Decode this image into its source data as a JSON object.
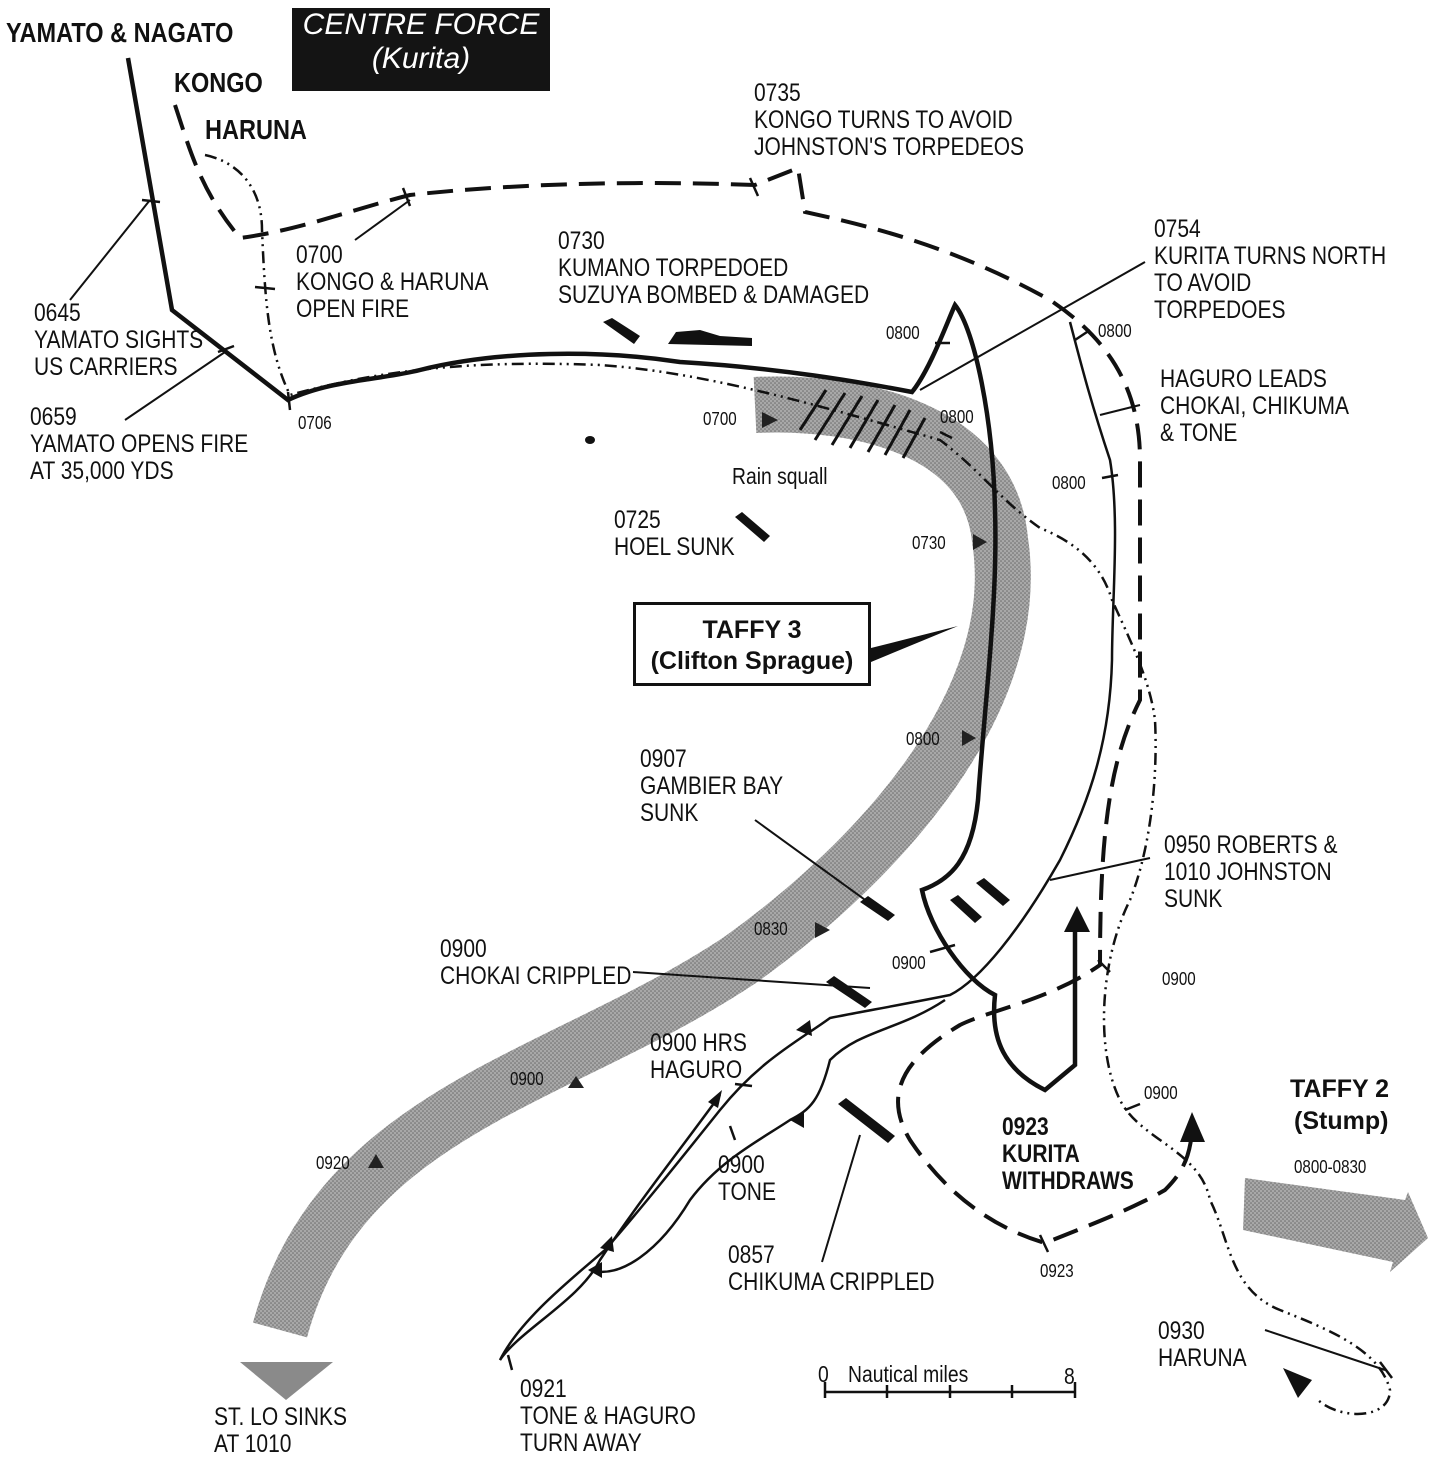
{
  "title": {
    "line1": "CENTRE FORCE",
    "line2": "(Kurita)"
  },
  "ships": {
    "yamato_nagato": "YAMATO & NAGATO",
    "kongo": "KONGO",
    "haruna": "HARUNA"
  },
  "taffy3": {
    "line1": "TAFFY 3",
    "line2": "(Clifton Sprague)"
  },
  "taffy2": {
    "line1": "TAFFY 2",
    "line2": "(Stump)",
    "time": "0800-0830"
  },
  "events": {
    "e0645": "0645\nYAMATO SIGHTS\nUS CARRIERS",
    "e0659": "0659\nYAMATO OPENS FIRE\nAT 35,000 YDS",
    "e0700_kongo": "0700\nKONGO & HARUNA\nOPEN FIRE",
    "e0730": "0730\nKUMANO TORPEDOED\nSUZUYA BOMBED & DAMAGED",
    "e0735": "0735\nKONGO TURNS TO AVOID\nJOHNSTON'S TORPEDEOS",
    "e0754": "0754\nKURITA TURNS NORTH\nTO AVOID  TORPEDOES",
    "haguro_leads": "HAGURO LEADS\nCHOKAI, CHIKUMA\n& TONE",
    "rain_squall": "Rain squall",
    "e0725": "0725\nHOEL SUNK",
    "e0907": "0907\nGAMBIER BAY\nSUNK",
    "e0950": "0950 ROBERTS &\n1010 JOHNSTON SUNK",
    "e0900_chokai": "0900\nCHOKAI CRIPPLED",
    "e0900_haguro": "0900 HRS\nHAGURO",
    "e0900_tone": "0900\nTONE",
    "e0857": "0857\nCHIKUMA CRIPPLED",
    "e0921": "0921\nTONE & HAGURO\nTURN AWAY",
    "e0923": "0923\nKURITA\nWITHDRAWS",
    "e0930": "0930\nHARUNA",
    "st_lo": "ST. LO SINKS\nAT 1010"
  },
  "times": {
    "t0706": "0706",
    "t0700_track": "0700",
    "t0800_a": "0800",
    "t0800_b": "0800",
    "t0800_c": "0800",
    "t0800_d": "0800",
    "t0730": "0730",
    "t0800_taffy": "0800",
    "t0830": "0830",
    "t0900_a": "0900",
    "t0900_b": "0900",
    "t0900_c": "0900",
    "t0900_taffy": "0900",
    "t0920": "0920",
    "t0923": "0923"
  },
  "scale": {
    "zero": "0",
    "label": "Nautical miles",
    "max": "8"
  }
}
